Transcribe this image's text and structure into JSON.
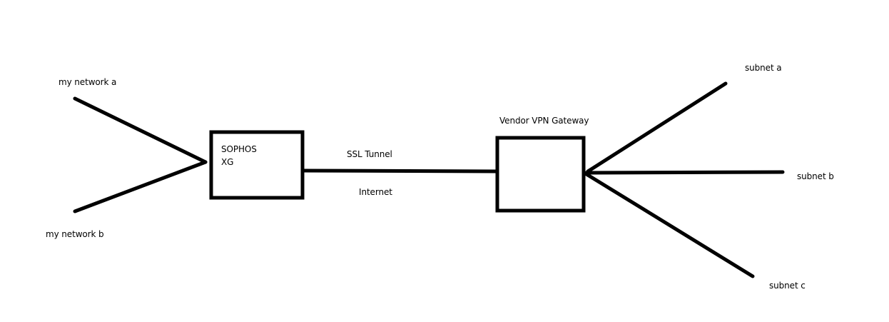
{
  "diagram": {
    "type": "network-topology",
    "nodes": {
      "my_network_a": {
        "label": "my network a"
      },
      "my_network_b": {
        "label": "my network b"
      },
      "sophos": {
        "label_line1": "SOPHOS",
        "label_line2": "XG"
      },
      "vendor_gateway": {
        "label": "Vendor VPN Gateway"
      },
      "subnet_a": {
        "label": "subnet a"
      },
      "subnet_b": {
        "label": "subnet b"
      },
      "subnet_c": {
        "label": "subnet c"
      }
    },
    "link": {
      "top_label": "SSL Tunnel",
      "bottom_label": "Internet"
    },
    "edges": [
      {
        "from": "my_network_a",
        "to": "sophos"
      },
      {
        "from": "my_network_b",
        "to": "sophos"
      },
      {
        "from": "sophos",
        "to": "vendor_gateway",
        "label": "SSL Tunnel / Internet"
      },
      {
        "from": "vendor_gateway",
        "to": "subnet_a"
      },
      {
        "from": "vendor_gateway",
        "to": "subnet_b"
      },
      {
        "from": "vendor_gateway",
        "to": "subnet_c"
      }
    ],
    "colors": {
      "background": "#ffffff",
      "stroke": "#000000",
      "text": "#000000"
    }
  }
}
